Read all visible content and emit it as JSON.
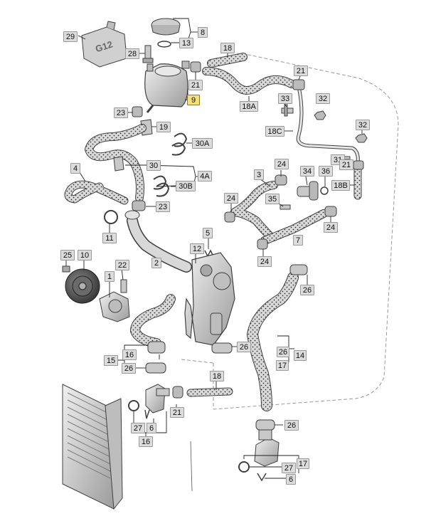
{
  "colors": {
    "part_fill": "#d6d6d6",
    "part_shade": "#a9a9a9",
    "part_stroke": "#404040",
    "hose_dots": "#333333",
    "label_bg": "#dcdcdc",
    "label_highlight": "#f4e07a",
    "leader": "#222222",
    "dash": "#9a9a9a"
  },
  "reservoir": {
    "cap_text": "G12"
  },
  "labels": [
    {
      "id": "29",
      "text": "29"
    },
    {
      "id": "8",
      "text": "8"
    },
    {
      "id": "13",
      "text": "13"
    },
    {
      "id": "28",
      "text": "28"
    },
    {
      "id": "18a",
      "text": "18"
    },
    {
      "id": "21a",
      "text": "21"
    },
    {
      "id": "21b",
      "text": "21"
    },
    {
      "id": "9",
      "text": "9"
    },
    {
      "id": "33",
      "text": "33"
    },
    {
      "id": "32a",
      "text": "32"
    },
    {
      "id": "18A",
      "text": "18A"
    },
    {
      "id": "23a",
      "text": "23"
    },
    {
      "id": "19",
      "text": "19"
    },
    {
      "id": "18C",
      "text": "18C"
    },
    {
      "id": "32b",
      "text": "32"
    },
    {
      "id": "30A",
      "text": "30A"
    },
    {
      "id": "31",
      "text": "31"
    },
    {
      "id": "21c",
      "text": "21"
    },
    {
      "id": "4",
      "text": "4"
    },
    {
      "id": "30",
      "text": "30"
    },
    {
      "id": "4A",
      "text": "4A"
    },
    {
      "id": "24a",
      "text": "24"
    },
    {
      "id": "34",
      "text": "34"
    },
    {
      "id": "36",
      "text": "36"
    },
    {
      "id": "3",
      "text": "3"
    },
    {
      "id": "18B",
      "text": "18B"
    },
    {
      "id": "30B",
      "text": "30B"
    },
    {
      "id": "23b",
      "text": "23"
    },
    {
      "id": "24b",
      "text": "24"
    },
    {
      "id": "35",
      "text": "35"
    },
    {
      "id": "11",
      "text": "11"
    },
    {
      "id": "5",
      "text": "5"
    },
    {
      "id": "24c",
      "text": "24"
    },
    {
      "id": "7",
      "text": "7"
    },
    {
      "id": "12",
      "text": "12"
    },
    {
      "id": "25",
      "text": "25"
    },
    {
      "id": "10",
      "text": "10"
    },
    {
      "id": "22",
      "text": "22"
    },
    {
      "id": "2",
      "text": "2"
    },
    {
      "id": "24d",
      "text": "24"
    },
    {
      "id": "1",
      "text": "1"
    },
    {
      "id": "26a",
      "text": "26"
    },
    {
      "id": "16a",
      "text": "16"
    },
    {
      "id": "15",
      "text": "15"
    },
    {
      "id": "26b",
      "text": "26"
    },
    {
      "id": "26c",
      "text": "26"
    },
    {
      "id": "14",
      "text": "14"
    },
    {
      "id": "26d",
      "text": "26"
    },
    {
      "id": "17a",
      "text": "17"
    },
    {
      "id": "18b",
      "text": "18"
    },
    {
      "id": "21d",
      "text": "21"
    },
    {
      "id": "27a",
      "text": "27"
    },
    {
      "id": "6a",
      "text": "6"
    },
    {
      "id": "16b",
      "text": "16"
    },
    {
      "id": "26e",
      "text": "26"
    },
    {
      "id": "17b",
      "text": "17"
    },
    {
      "id": "27b",
      "text": "27"
    },
    {
      "id": "6b",
      "text": "6"
    }
  ]
}
